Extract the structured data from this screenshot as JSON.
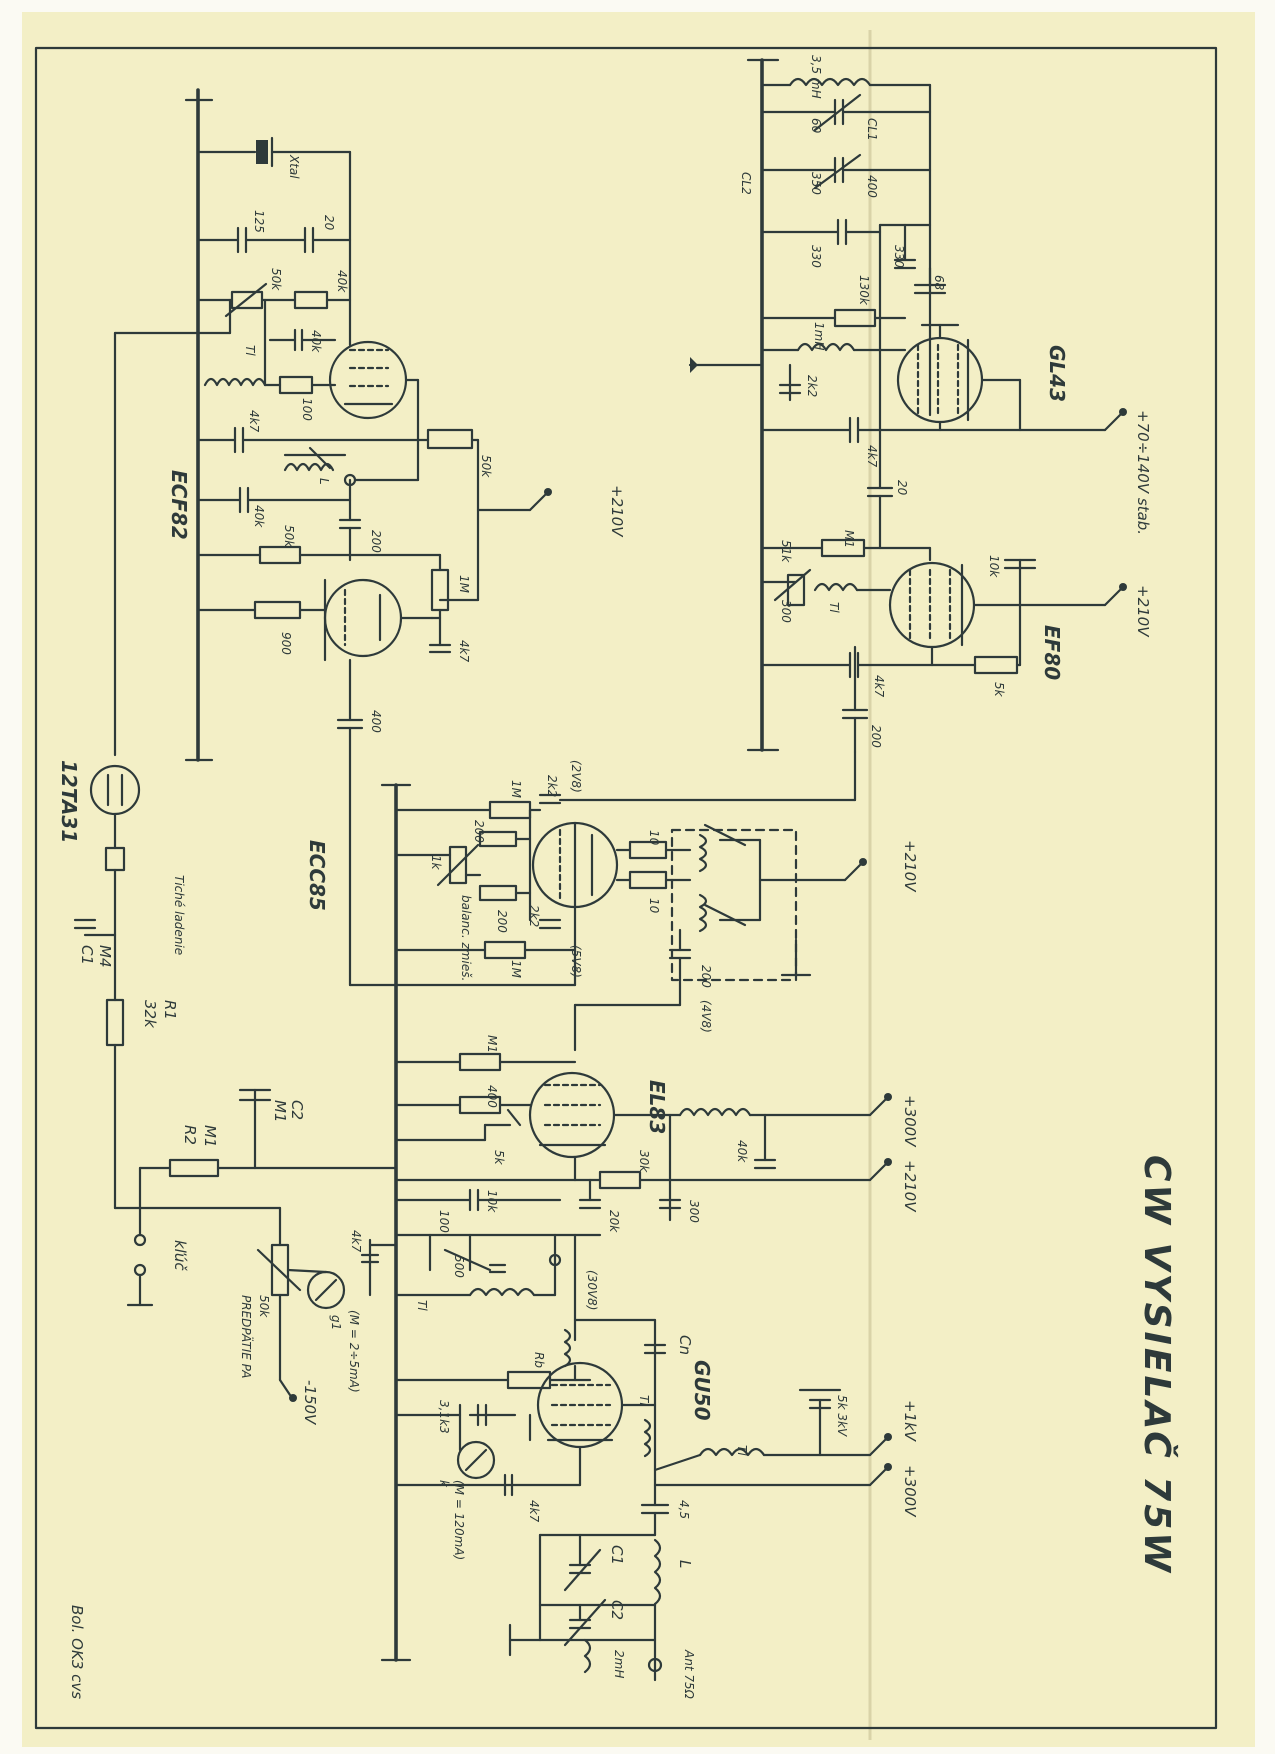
{
  "title": "CW VYSIELAČ 75W",
  "tubes": {
    "ecf82": "ECF82",
    "ecc85": "ECC85",
    "el83": "EL83",
    "gu50": "GU50",
    "gl43": "GL43",
    "ef80": "EF80",
    "t12ta31": "12TA31"
  },
  "supplies": {
    "osc_210": "+210V",
    "ef80_210": "+210V",
    "gl43_supply": "+70÷140V stab.",
    "ecc85_210": "+210V",
    "el83_300": "+300V",
    "el83_210": "+210V",
    "gu50_1kv": "+1kV",
    "gu50_300": "+300V",
    "bias_150": "-150V"
  },
  "osc": {
    "xtal": "Xtal",
    "c20": "20",
    "c125": "125",
    "r50k": "50k",
    "r40k": "40k",
    "c40k": "40k",
    "tl": "Tl",
    "r100": "100",
    "c4k7": "4k7",
    "l": "L",
    "c40k2": "40k",
    "r50k2": "50k",
    "c200": "200",
    "r900": "900",
    "r50k3": "50k",
    "r1m": "1M",
    "c4k7b": "4k7",
    "c400": "400"
  },
  "vfo": {
    "l35": "3,5 mH",
    "c60": "60",
    "cl1": "CL1",
    "c400": "400",
    "c350": "350",
    "cl2": "CL2",
    "c330a": "330",
    "c330b": "330",
    "c68": "68",
    "r130k": "130k",
    "tl1mh": "1mH",
    "c2k2": "2k2",
    "c4k7": "4k7",
    "c20": "20",
    "rm1": "M1",
    "r51k": "51k",
    "r300": "300",
    "tl": "Tl",
    "c10k": "10k",
    "c4k7b": "4k7",
    "r5k": "5k",
    "c200": "200"
  },
  "mixer": {
    "r1m": "1M",
    "c2k2": "2k2",
    "v2": "(2V8)",
    "r1k": "1k",
    "r200": "200",
    "balance": "balanc. zmieš.",
    "r200b": "200",
    "c2k2b": "2k2",
    "r1mb": "1M",
    "v5": "(5V8)",
    "r10a": "10",
    "r10b": "10",
    "c200": "200",
    "v4": "(4V8)"
  },
  "driver": {
    "rm1": "M1",
    "r400": "400",
    "r5k": "5k",
    "tl40k": "40k",
    "r30k": "30k",
    "c20k": "20k",
    "c300": "300",
    "c10k": "10k"
  },
  "pa": {
    "c4k7": "4k7",
    "c100": "100",
    "c500": "500",
    "tl": "Tl",
    "v30": "(30V8)",
    "meter_g1": "(M = 2÷5mA)",
    "g1": "g1",
    "rb": "Rb",
    "r3k3": "3,1k3",
    "meter_k": "(M = 120mA)",
    "k": "k",
    "c4k7b": "4k7",
    "tl2": "Tl",
    "cn": "Cn",
    "c5k": "5k 3kV",
    "tlr": "Tl",
    "c45": "4,5",
    "c1": "C1",
    "l": "L",
    "c2": "C2",
    "ant": "Ant 75Ω",
    "l2mh": "2mH"
  },
  "keying": {
    "tiche": "Tiché ladenie",
    "m4": "M4",
    "c1": "C1",
    "r1": "R1",
    "r1val": "32k",
    "m1": "M1",
    "r2": "R2",
    "c2": "C2",
    "c2val": "M1",
    "kluc": "kľúč",
    "pot": "50k",
    "predpatie": "PREDPÄTIE PA"
  },
  "signature": "Bol. OK3 cvs",
  "colors": {
    "paper": "#f3efc6",
    "ink": "#2e3a3a"
  }
}
